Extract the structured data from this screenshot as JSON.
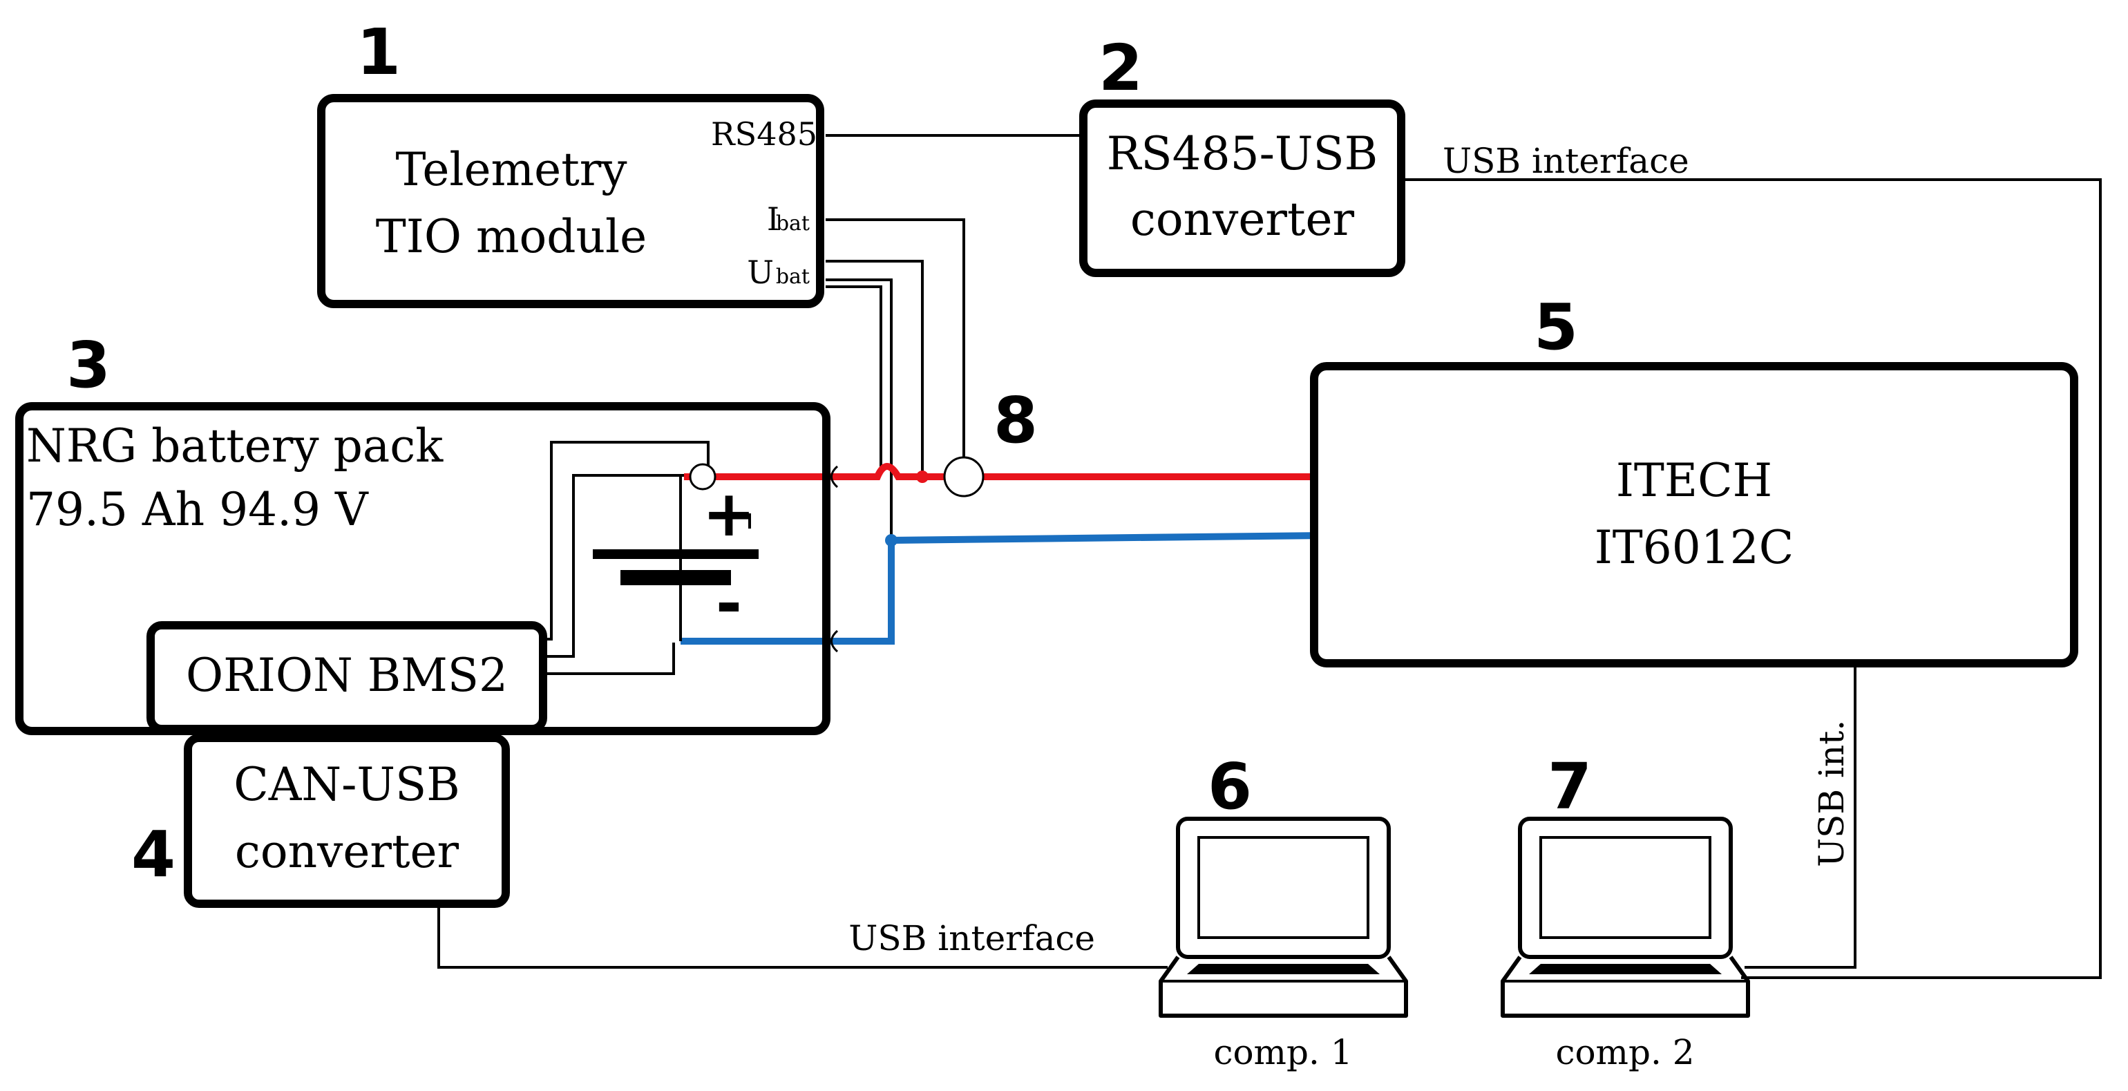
{
  "numbers": [
    "1",
    "2",
    "3",
    "4",
    "5",
    "6",
    "7",
    "8"
  ],
  "telemetry": {
    "line1": "Telemetry",
    "line2": "TIO module",
    "port_rs485": "RS485",
    "port_i": "I",
    "port_i_sub": "bat",
    "port_u": "U",
    "port_u_sub": "bat"
  },
  "rs485usb": {
    "line1": "RS485-USB",
    "line2": "converter"
  },
  "battery": {
    "line1": "NRG battery pack",
    "line2": "79.5 Ah 94.9 V",
    "plus": "+",
    "minus": "-"
  },
  "bms": {
    "label": "ORION BMS2"
  },
  "canusb": {
    "line1": "CAN-USB",
    "line2": "converter"
  },
  "itech": {
    "line1": "ITECH",
    "line2": "IT6012C"
  },
  "links": {
    "usb_interface_top": "USB interface",
    "usb_interface_bottom": "USB interface",
    "usb_int": "USB int."
  },
  "computers": {
    "comp1": "comp. 1",
    "comp2": "comp. 2"
  },
  "colors": {
    "positive": "#e8141c",
    "negative": "#1a6fc0",
    "line": "#000000"
  }
}
